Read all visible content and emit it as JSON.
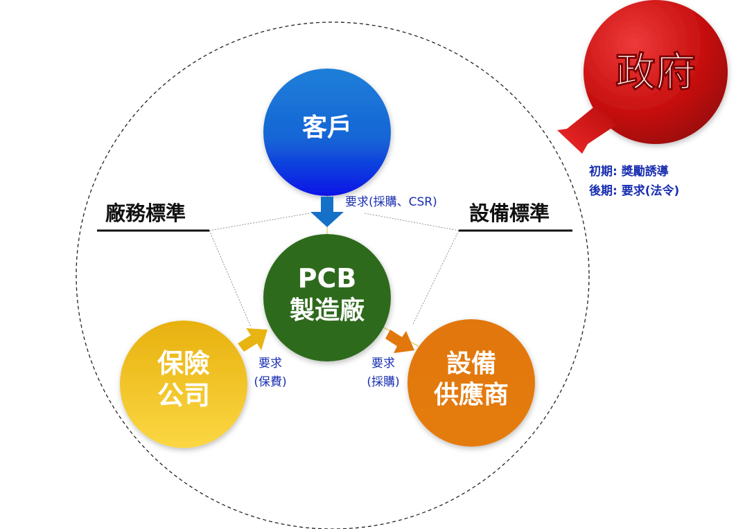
{
  "nodes": {
    "customer": {
      "label": "客戶",
      "color": "#1c6fd6"
    },
    "pcb": {
      "line1": "PCB",
      "line2": "製造廠",
      "color": "#2f6b1e"
    },
    "insurance": {
      "line1": "保險",
      "line2": "公司",
      "color": "#f0c01a"
    },
    "equipment": {
      "line1": "設備",
      "line2": "供應商",
      "color": "#e2770d"
    },
    "government": {
      "label": "政府",
      "color": "#cc1111"
    }
  },
  "standards": {
    "factory": "廠務標準",
    "equipment": "設備標準"
  },
  "relations": {
    "customer_pcb": "要求(採購、CSR)",
    "insurance_line1": "要求",
    "insurance_line2": "(保費)",
    "equipment_line1": "要求",
    "equipment_line2": "(採購)"
  },
  "government_note": {
    "line1": "初期: 獎勵誘導",
    "line2": "後期: 要求(法令)"
  },
  "colors": {
    "label_blue": "#1a2fb0",
    "arrow_blue": "#1570c8",
    "arrow_yellow": "#e8b412",
    "arrow_orange": "#e2770d",
    "arrow_red": "#d81c1c"
  }
}
